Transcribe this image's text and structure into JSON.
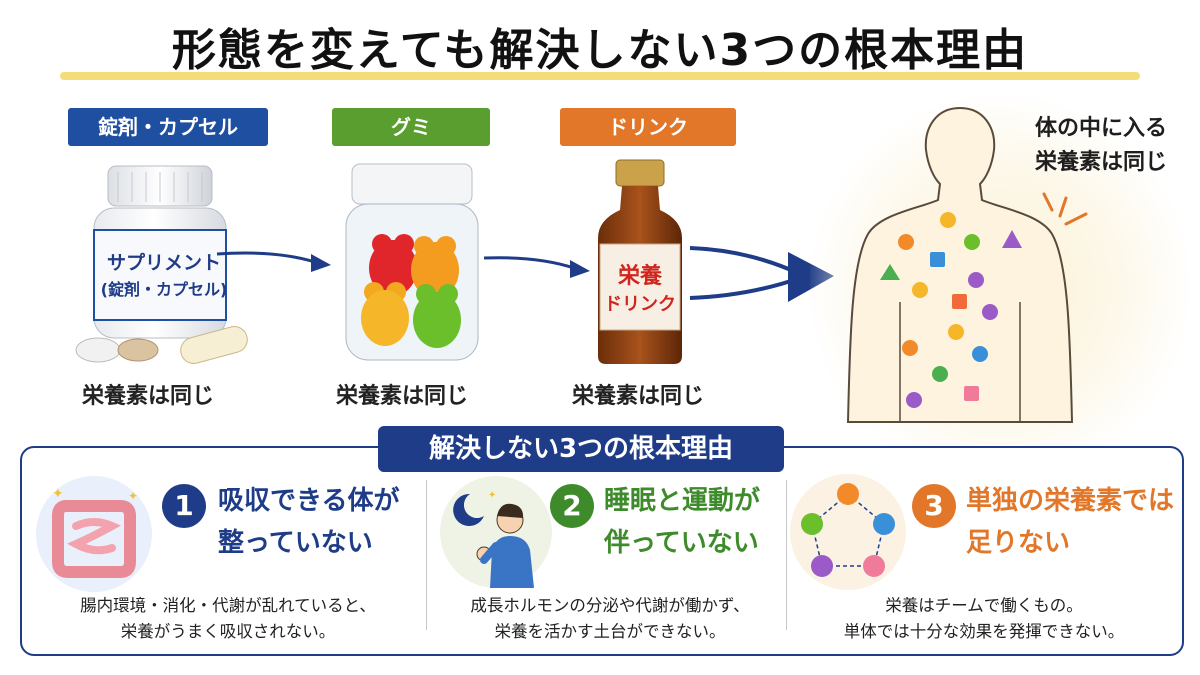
{
  "title": "形態を変えても解決しない3つの根本理由",
  "products": [
    {
      "label": "錠剤・カプセル",
      "color": "#1f4fa0",
      "caption": "栄養素は同じ",
      "bottle_text_1": "サプリメント",
      "bottle_text_2": "(錠剤・カプセル)"
    },
    {
      "label": "グミ",
      "color": "#5a9e2f",
      "caption": "栄養素は同じ"
    },
    {
      "label": "ドリンク",
      "color": "#e2772a",
      "caption": "栄養素は同じ",
      "bottle_text_1": "栄養",
      "bottle_text_2": "ドリンク"
    }
  ],
  "body": {
    "text_1": "体の中に入る",
    "text_2": "栄養素は同じ"
  },
  "panel": {
    "title": "解決しない3つの根本理由",
    "reasons": [
      {
        "number": "1",
        "color": "#1f3c88",
        "title_1": "吸収できる体が",
        "title_2": "整っていない",
        "desc_1": "腸内環境・消化・代謝が乱れていると、",
        "desc_2": "栄養がうまく吸収されない。",
        "icon": "intestine-icon"
      },
      {
        "number": "2",
        "color": "#3d8b2a",
        "title_1": "睡眠と運動が",
        "title_2": "伴っていない",
        "desc_1": "成長ホルモンの分泌や代謝が働かず、",
        "desc_2": "栄養を活かす土台ができない。",
        "icon": "moon-runner-icon"
      },
      {
        "number": "3",
        "color": "#e2772a",
        "title_1": "単独の栄養素では",
        "title_2": "足りない",
        "desc_1": "栄養はチームで働くもの。",
        "desc_2": "単体では十分な効果を発揮できない。",
        "icon": "nutrient-network-icon"
      }
    ]
  }
}
